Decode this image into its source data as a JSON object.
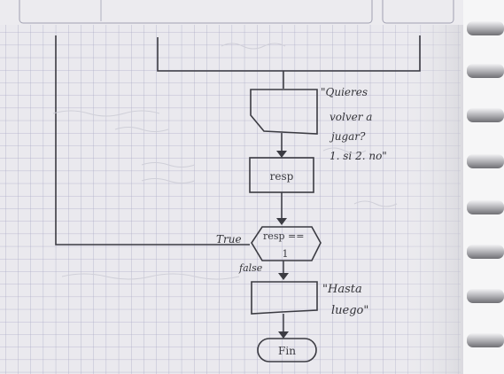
{
  "flowchart": {
    "output_1": {
      "line1": "\"Quieres",
      "line2": "volver a",
      "line3": "jugar?",
      "line4": "1. si  2. no\""
    },
    "input_label": "resp",
    "decision": {
      "line1": "resp ==",
      "line2": "1"
    },
    "true_label": "True",
    "false_label": "false",
    "output_2": {
      "line1": "\"Hasta",
      "line2": "luego\""
    },
    "end_label": "Fin"
  },
  "colors": {
    "paper": "#e9e8ec",
    "grid_line": "#a9a8c4",
    "ink": "#3b3b42",
    "spiral_ring": "#c4c4c8"
  }
}
